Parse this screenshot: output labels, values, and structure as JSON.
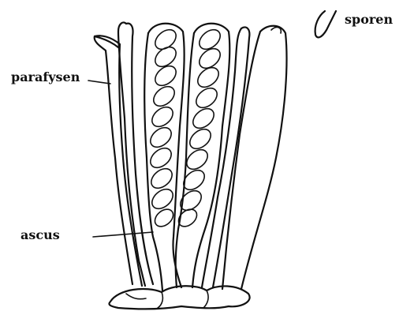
{
  "labels": {
    "parafysen": "parafysen",
    "ascus": "ascus",
    "sporen": "sporen"
  },
  "colors": {
    "ink": "#111111",
    "background": "#ffffff"
  }
}
